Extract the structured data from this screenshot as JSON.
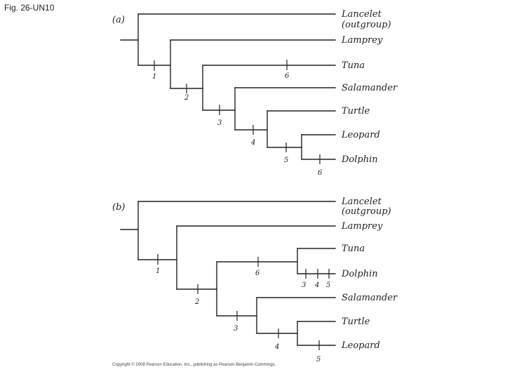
{
  "figure_label": "Fig. 26-UN10",
  "copyright": "Copyright © 2008 Pearson Education, Inc., publishing as Pearson Benjamin Cummings.",
  "panels": {
    "a": {
      "label": "(a)",
      "taxa": {
        "lancelet": "Lancelet",
        "outgroup": "(outgroup)",
        "lamprey": "Lamprey",
        "tuna": "Tuna",
        "salamander": "Salamander",
        "turtle": "Turtle",
        "leopard": "Leopard",
        "dolphin": "Dolphin"
      },
      "characters": [
        "1",
        "2",
        "6",
        "3",
        "4",
        "5",
        "6"
      ]
    },
    "b": {
      "label": "(b)",
      "taxa": {
        "lancelet": "Lancelet",
        "outgroup": "(outgroup)",
        "lamprey": "Lamprey",
        "tuna": "Tuna",
        "dolphin": "Dolphin",
        "salamander": "Salamander",
        "turtle": "Turtle",
        "leopard": "Leopard"
      },
      "characters": [
        "1",
        "2",
        "6",
        "3",
        "4",
        "5",
        "3",
        "4",
        "5"
      ]
    }
  }
}
